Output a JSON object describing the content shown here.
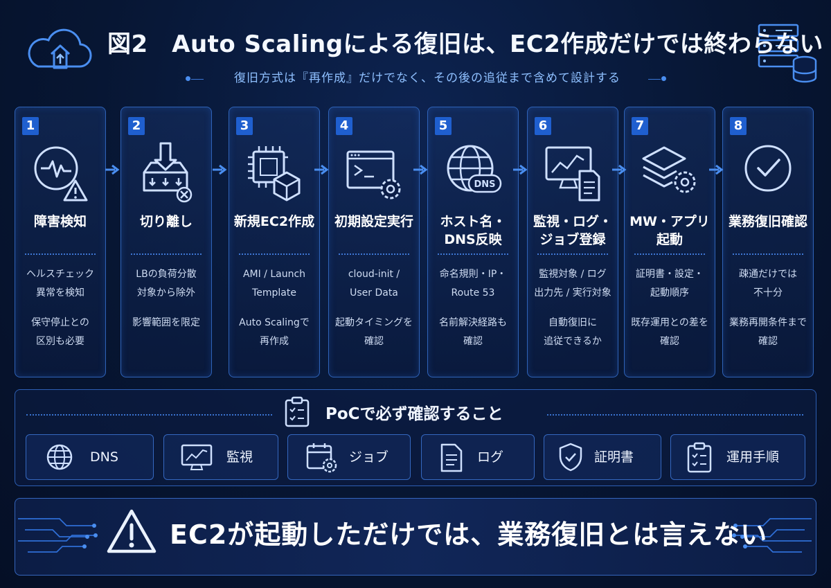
{
  "header": {
    "title": "図2　Auto Scalingによる復旧は、EC2作成だけでは終わらない",
    "subtitle": "復旧方式は『再作成』だけでなく、その後の追従まで含めて設計する"
  },
  "steps": [
    {
      "num": "1",
      "title": "障害検知",
      "text1": "ヘルスチェック\n異常を検知",
      "text2": "保守停止との\n区別も必要",
      "icon": "heartbeat-warning-icon"
    },
    {
      "num": "2",
      "title": "切り離し",
      "text1": "LBの負荷分散\n対象から除外",
      "text2": "影響範囲を限定",
      "icon": "server-detach-icon"
    },
    {
      "num": "3",
      "title": "新規EC2作成",
      "text1": "AMI / Launch\nTemplate",
      "text2": "Auto Scalingで\n再作成",
      "icon": "chip-cube-icon"
    },
    {
      "num": "4",
      "title": "初期設定実行",
      "text1": "cloud-init /\nUser Data",
      "text2": "起動タイミングを\n確認",
      "icon": "terminal-gear-icon"
    },
    {
      "num": "5",
      "title": "ホスト名・\nDNS反映",
      "text1": "命名規則・IP・\nRoute 53",
      "text2": "名前解決経路も\n確認",
      "icon": "globe-dns-icon",
      "icon_badge": "DNS"
    },
    {
      "num": "6",
      "title": "監視・ログ・\nジョブ登録",
      "text1": "監視対象 / ログ\n出力先 / 実行対象",
      "text2": "自動復旧に\n追従できるか",
      "icon": "monitor-document-icon"
    },
    {
      "num": "7",
      "title": "MW・アプリ\n起動",
      "text1": "証明書・設定・\n起動順序",
      "text2": "既存運用との差を\n確認",
      "icon": "layers-gear-icon"
    },
    {
      "num": "8",
      "title": "業務復旧確認",
      "text1": "疎通だけでは\n不十分",
      "text2": "業務再開条件まで\n確認",
      "icon": "check-circle-icon"
    }
  ],
  "poc": {
    "title": "PoCで必ず確認すること",
    "items": [
      {
        "label": "DNS",
        "icon": "globe-icon"
      },
      {
        "label": "監視",
        "icon": "monitor-chart-icon"
      },
      {
        "label": "ジョブ",
        "icon": "calendar-gear-icon"
      },
      {
        "label": "ログ",
        "icon": "document-icon"
      },
      {
        "label": "証明書",
        "icon": "shield-check-icon"
      },
      {
        "label": "運用手順",
        "icon": "checklist-icon"
      }
    ]
  },
  "banner": {
    "text": "EC2が起動しただけでは、業務復旧とは言えない"
  },
  "colors": {
    "background": "#071633",
    "accent": "#1f5fcf",
    "line": "#2f63b8",
    "icon": "#cfe0ff"
  }
}
